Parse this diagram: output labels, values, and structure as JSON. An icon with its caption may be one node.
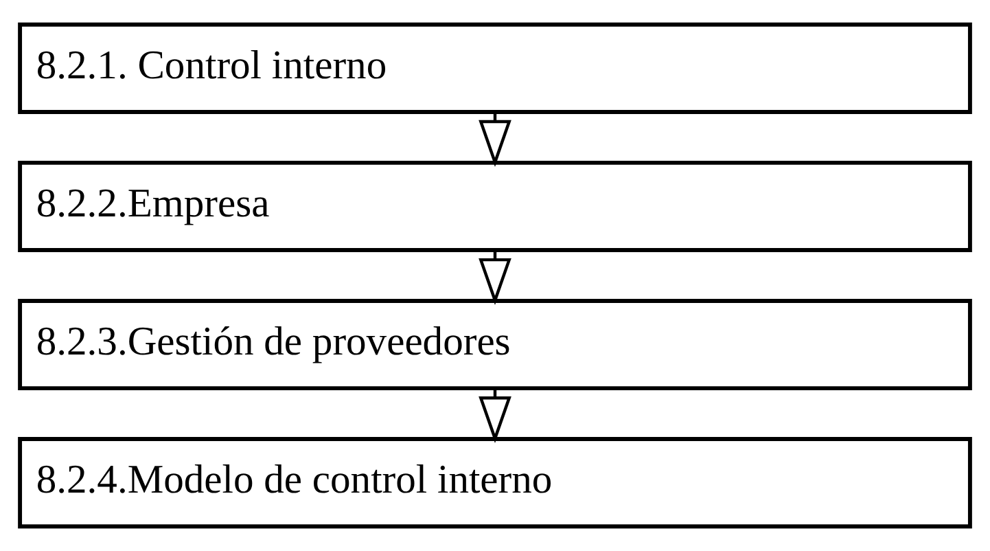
{
  "diagram": {
    "nodes": [
      {
        "text": [
          "8.2.1. Control interno"
        ]
      },
      {
        "text": [
          "8.2.2.Empresa"
        ]
      },
      {
        "text": [
          "8.2.3.Gestión de proveedores"
        ]
      },
      {
        "text": [
          "8.2.4.Modelo de control interno"
        ]
      }
    ],
    "edges": [
      {
        "from": 0,
        "to": 1,
        "arrow": "to"
      },
      {
        "from": 1,
        "to": 2,
        "arrow": "to"
      },
      {
        "from": 2,
        "to": 3,
        "arrow": "to"
      }
    ]
  }
}
